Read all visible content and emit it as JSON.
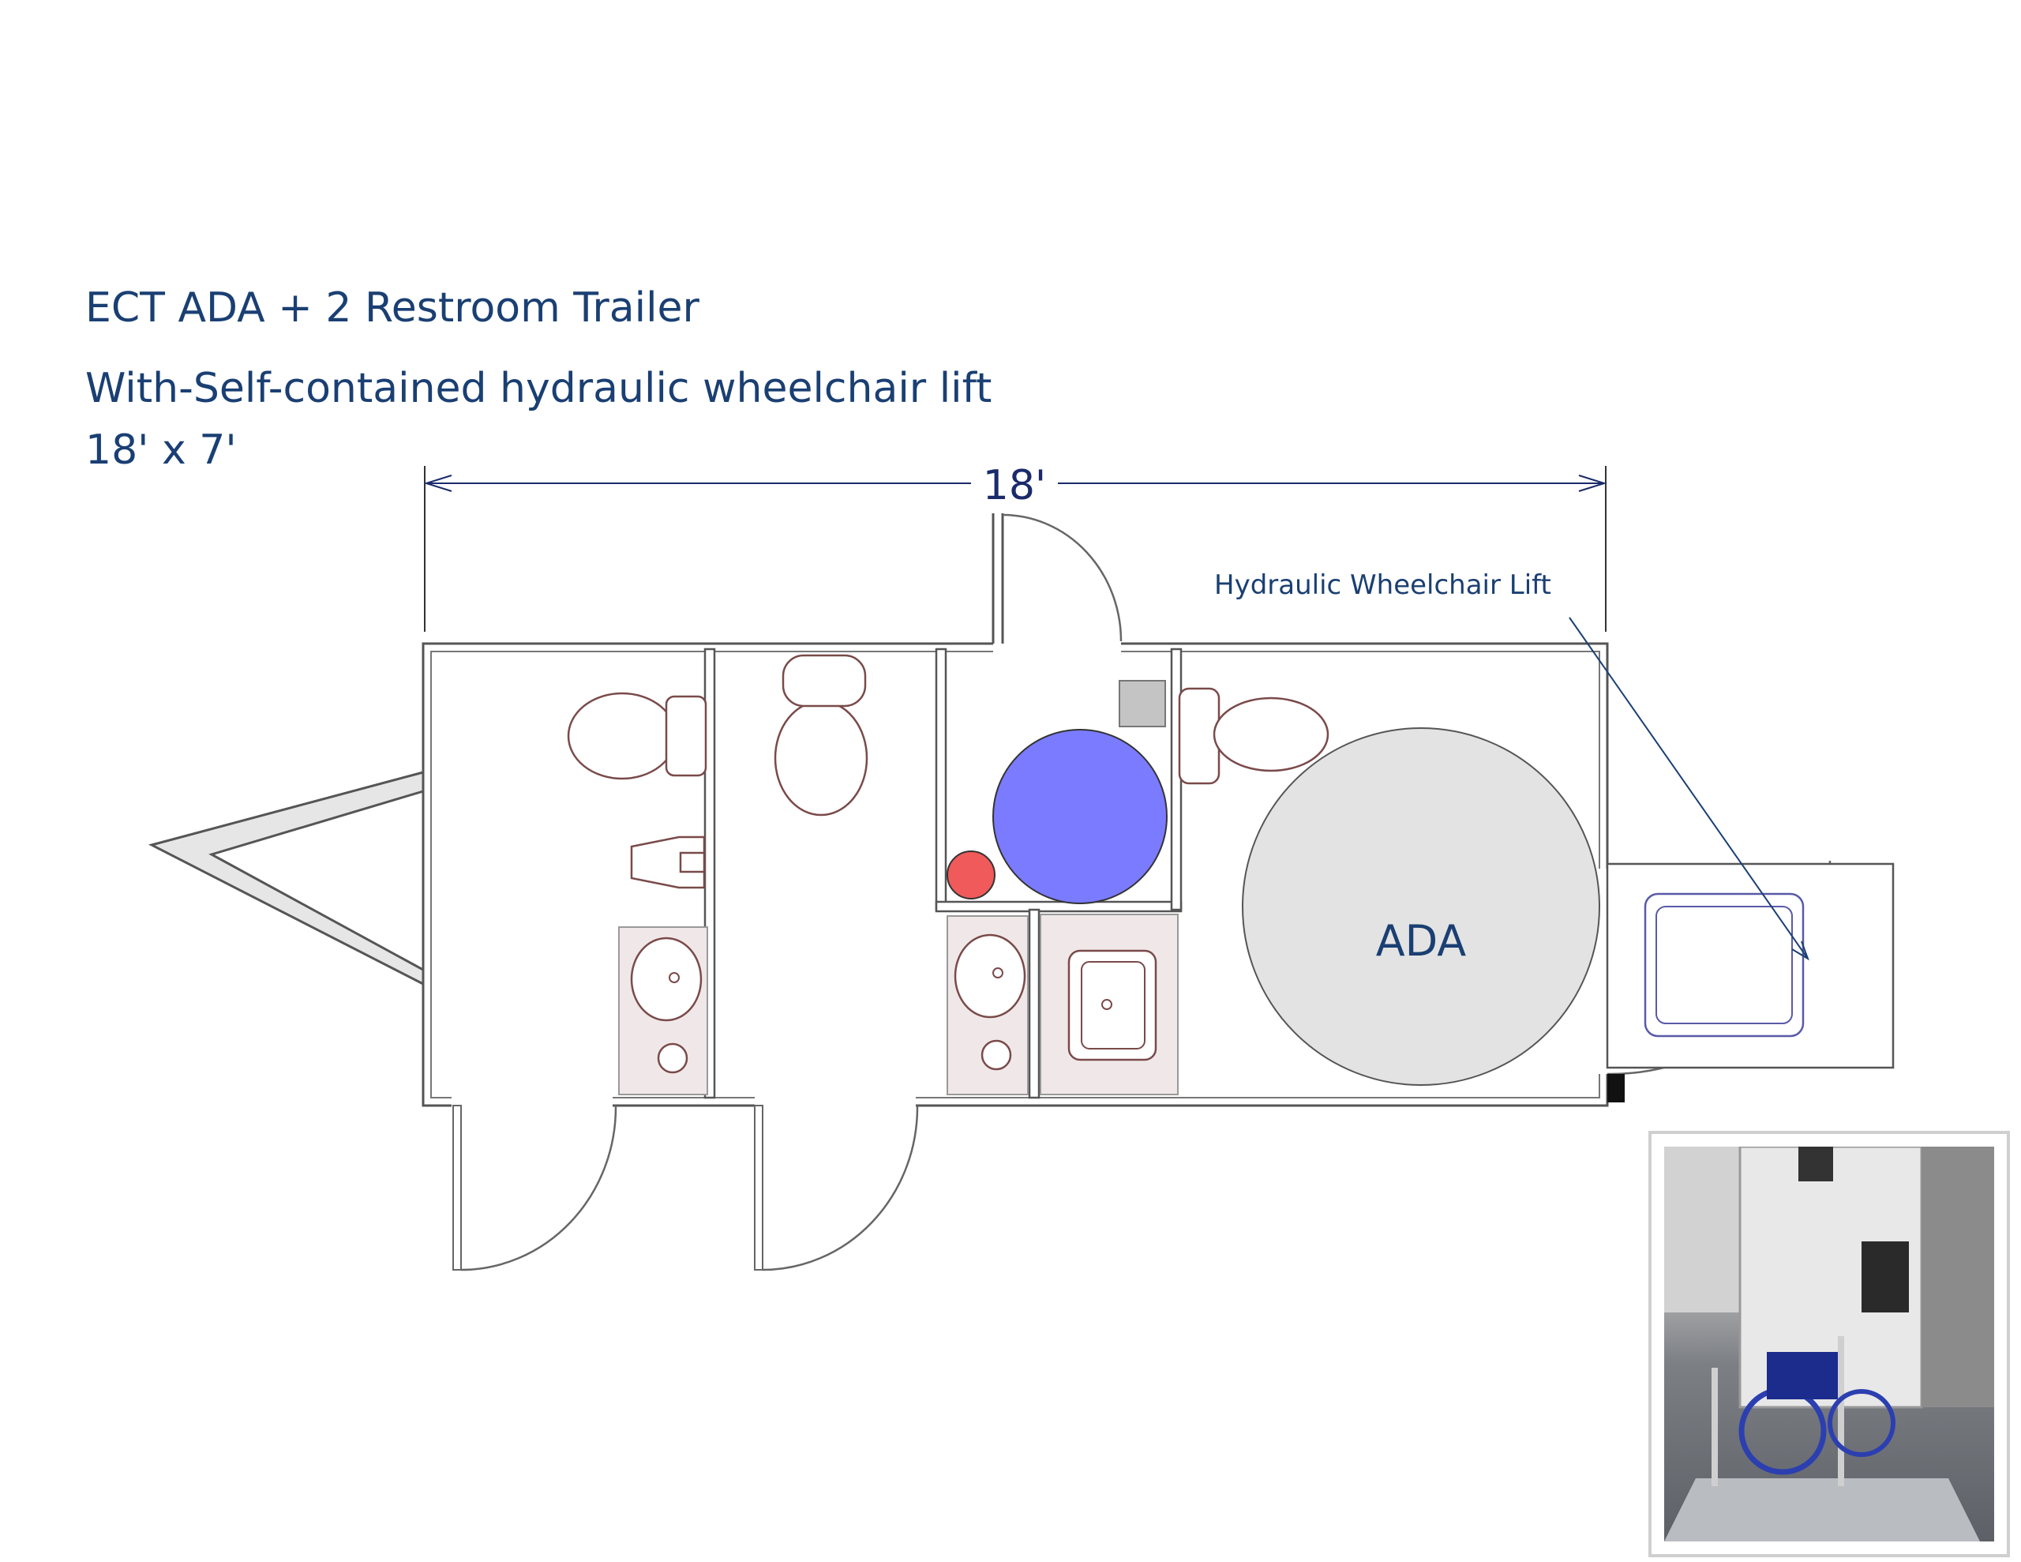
{
  "title": {
    "line1": "ECT ADA + 2 Restroom Trailer",
    "line2": "With-Self-contained hydraulic wheelchair lift",
    "line3": "18' x 7'"
  },
  "dimension": {
    "length_label": "18'"
  },
  "labels": {
    "lift": "Hydraulic Wheelchair Lift",
    "ada_room": "ADA"
  },
  "colors": {
    "title": "#1a3f73",
    "water_tank": "#7b7bff",
    "water_heater": "#f05a5a",
    "turning_circle": "#e3e3e3",
    "utility_box": "#c4c4c4"
  }
}
